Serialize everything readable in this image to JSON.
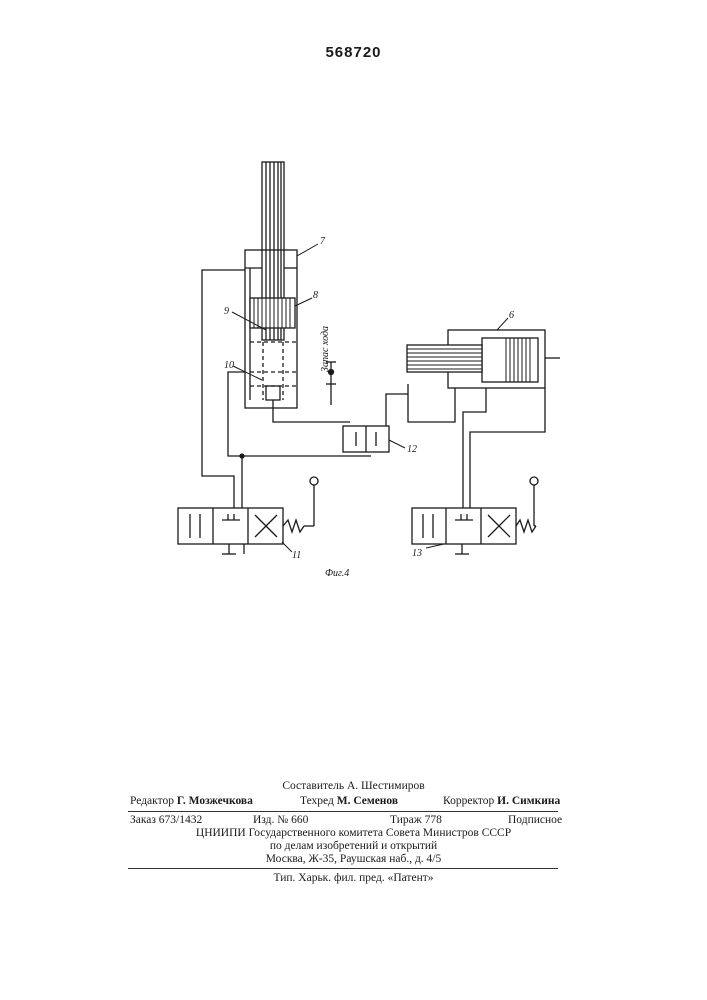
{
  "header": {
    "patent_number": "568720"
  },
  "drawing": {
    "labels": {
      "cyl_top": "7",
      "piston": "8",
      "rod_part": "9",
      "lower_part": "10",
      "valve_left": "11",
      "check_valve": "12",
      "valve_right": "13",
      "cyl_right": "6",
      "stroke": "Запас хода"
    },
    "figure_caption": "Фиг.4"
  },
  "imprint": {
    "composer": "Составитель А. Шестимиров",
    "editor_label": "Редактор",
    "editor_name": "Г. Мозжечкова",
    "techred_label": "Техред",
    "techred_name": "М. Семенов",
    "corrector_label": "Корректор",
    "corrector_name": "И. Симкина",
    "order": "Заказ 673/1432",
    "edition": "Изд. № 660",
    "circulation": "Тираж 778",
    "subscription": "Подписное",
    "org_line1": "ЦНИИПИ Государственного комитета Совета Министров СССР",
    "org_line2": "по делам изобретений и открытий",
    "address": "Москва, Ж-35, Раушская наб., д. 4/5",
    "printer": "Тип. Харьк. фил. пред. «Патент»"
  }
}
